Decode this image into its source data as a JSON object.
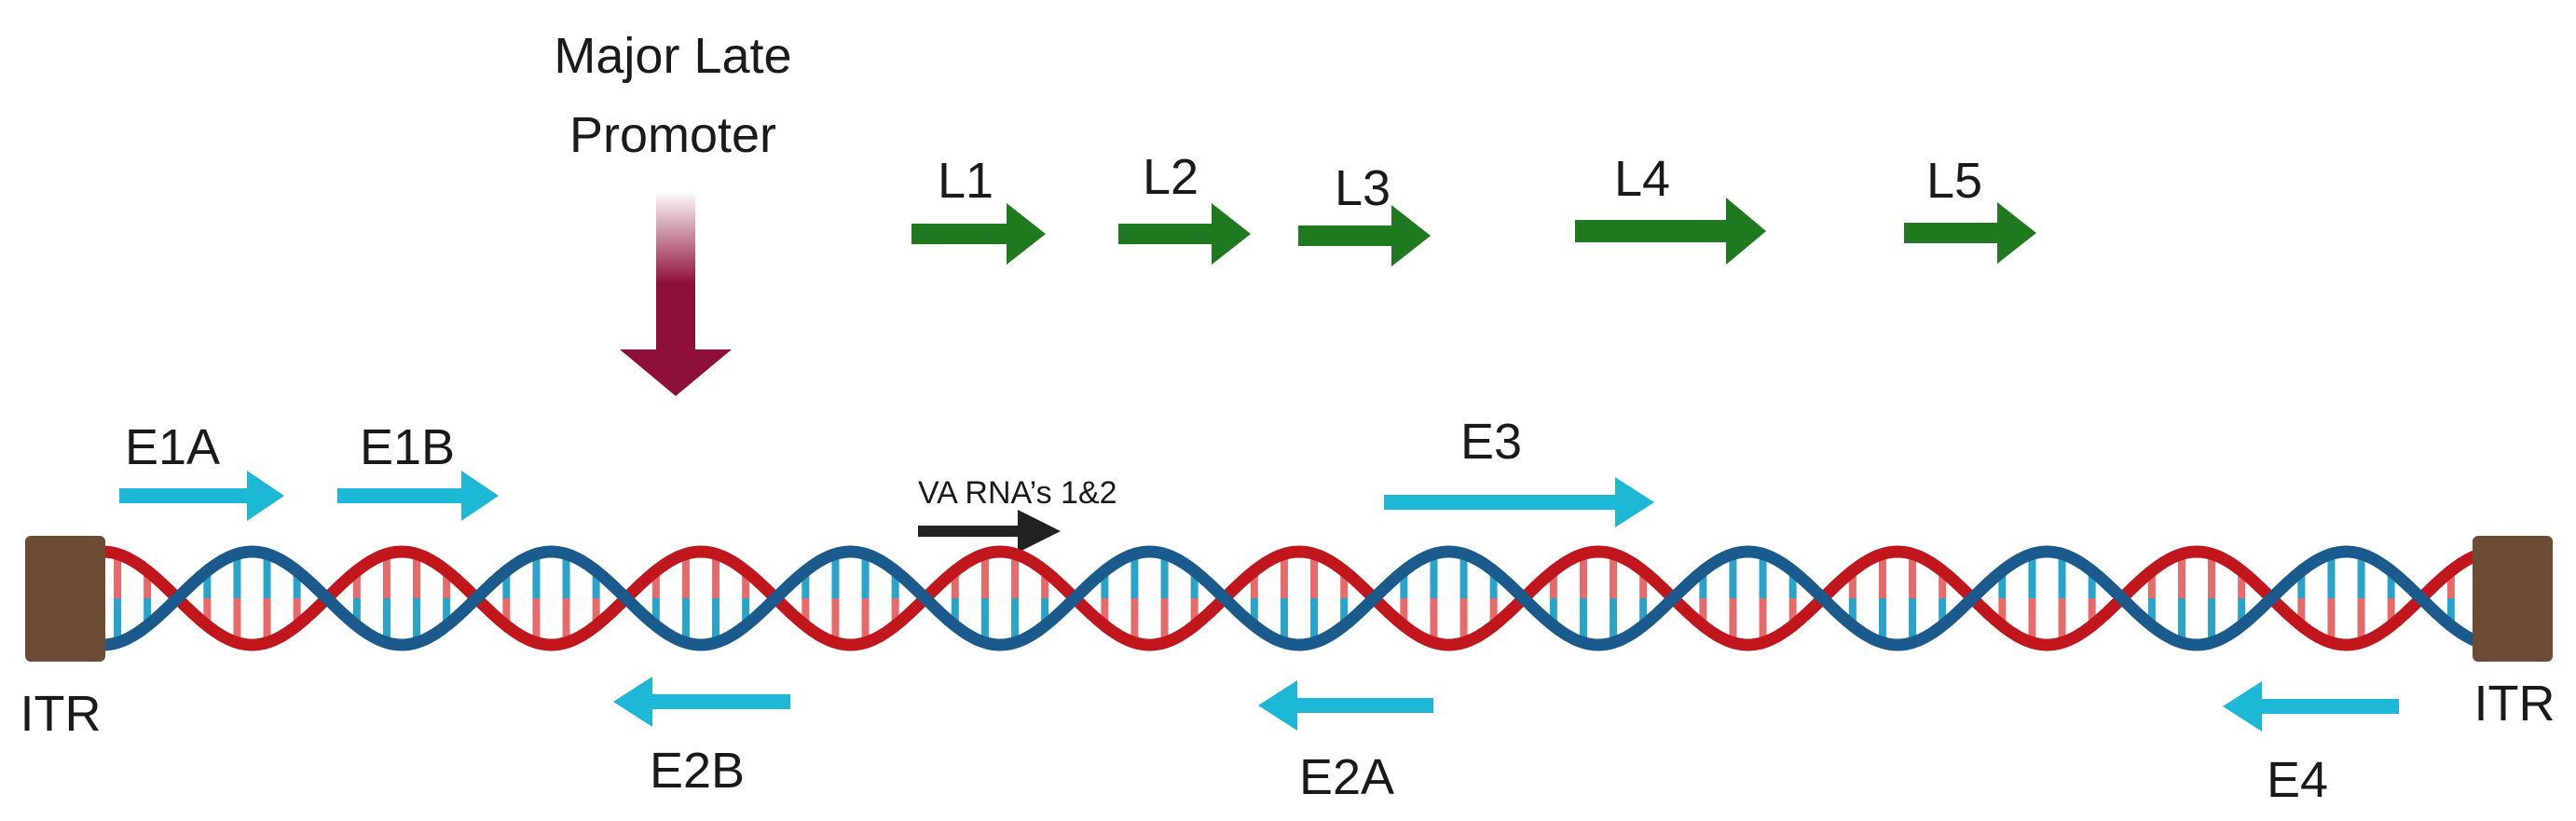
{
  "promoter": {
    "line1": "Major Late",
    "line2": "Promoter"
  },
  "late_genes": [
    "L1",
    "L2",
    "L3",
    "L4",
    "L5"
  ],
  "early_forward": [
    "E1A",
    "E1B",
    "E3"
  ],
  "early_reverse": [
    "E2B",
    "E2A",
    "E4"
  ],
  "va_rna": "VA RNA’s 1&2",
  "itr": {
    "left": "ITR",
    "right": "ITR"
  },
  "colors": {
    "late_arrow": "#1f7a1f",
    "early_arrow": "#1cb8d6",
    "va_arrow": "#222222",
    "promoter_arrow": "#8e0f3a",
    "strand_blue": "#1a5a8c",
    "strand_red": "#c0161c",
    "rung_blue": "#2aa3c9",
    "rung_red": "#e66a6a",
    "itr_box": "#6e4b35"
  }
}
